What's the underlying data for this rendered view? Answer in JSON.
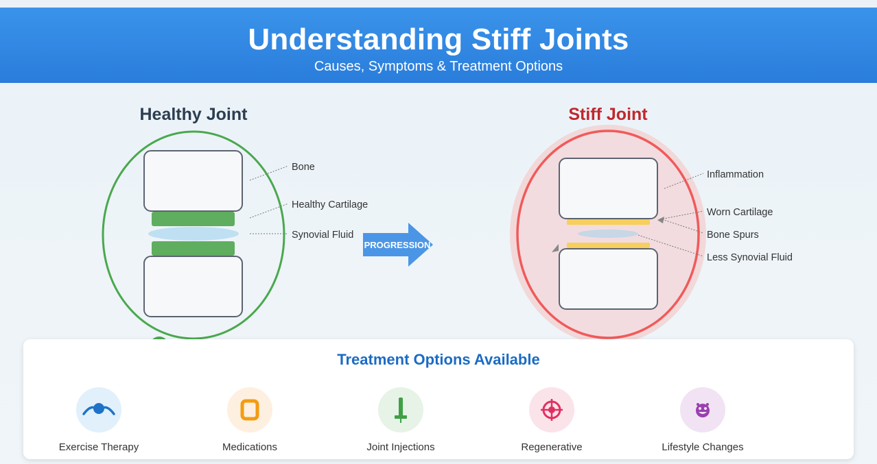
{
  "header": {
    "title": "Understanding Stiff Joints",
    "subtitle": "Causes, Symptoms & Treatment Options"
  },
  "healthy": {
    "title": "Healthy Joint",
    "labels": {
      "bone": "Bone",
      "cartilage": "Healthy Cartilage",
      "fluid": "Synovial Fluid"
    }
  },
  "progression": {
    "label": "PROGRESSION"
  },
  "stiff": {
    "title": "Stiff Joint",
    "labels": {
      "inflammation": "Inflammation",
      "worn_cartilage": "Worn Cartilage",
      "bone_spurs": "Bone Spurs",
      "less_fluid": "Less Synovial Fluid"
    }
  },
  "treatments": {
    "title": "Treatment Options Available",
    "options": [
      {
        "label": "Exercise Therapy",
        "icon": "exercise-icon",
        "bg": "#e1f0fb",
        "color": "#1e73c8"
      },
      {
        "label": "Medications",
        "icon": "pill-icon",
        "bg": "#fdf0e0",
        "color": "#f39c12"
      },
      {
        "label": "Joint Injections",
        "icon": "syringe-icon",
        "bg": "#e6f3e6",
        "color": "#3fa046"
      },
      {
        "label": "Regenerative",
        "icon": "target-icon",
        "bg": "#fbe3ea",
        "color": "#e03060"
      },
      {
        "label": "Lifestyle Changes",
        "icon": "face-icon",
        "bg": "#f1e3f3",
        "color": "#9b3fb0"
      }
    ]
  },
  "colors": {
    "healthy_title": "#2c3e50",
    "stiff_title": "#c0282d",
    "healthy_ring": "#4aa84d",
    "stiff_ring": "#f05a5a",
    "cartilage_healthy": "#5fad5f",
    "cartilage_worn": "#f7cf5d",
    "fluid": "#bfe0f2"
  }
}
